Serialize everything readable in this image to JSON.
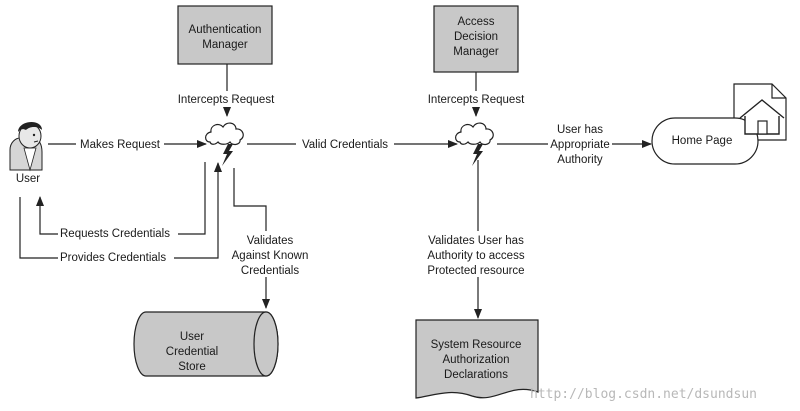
{
  "nodes": {
    "auth_manager": [
      "Authentication",
      "Manager"
    ],
    "access_manager": [
      "Access",
      "Decision",
      "Manager"
    ],
    "user": "User",
    "home_page": "Home Page",
    "credential_store": [
      "User",
      "Credential",
      "Store"
    ],
    "system_resource": [
      "System Resource",
      "Authorization",
      "Declarations"
    ]
  },
  "labels": {
    "intercepts_1": "Intercepts Request",
    "intercepts_2": "Intercepts Request",
    "makes_request": "Makes Request",
    "valid_credentials": "Valid Credentials",
    "user_has_authority": [
      "User has",
      "Appropriate",
      "Authority"
    ],
    "requests_credentials": "Requests Credentials",
    "provides_credentials": "Provides Credentials",
    "validates_known": [
      "Validates",
      "Against Known",
      "Credentials"
    ],
    "validates_user": [
      "Validates User has",
      "Authority to access",
      "Protected resource"
    ]
  },
  "watermark": "http://blog.csdn.net/dsundsun",
  "colors": {
    "box_fill": "#c8c8c8",
    "node_fill": "#dedede",
    "stroke": "#222222",
    "watermark": "#b8b8b8"
  }
}
